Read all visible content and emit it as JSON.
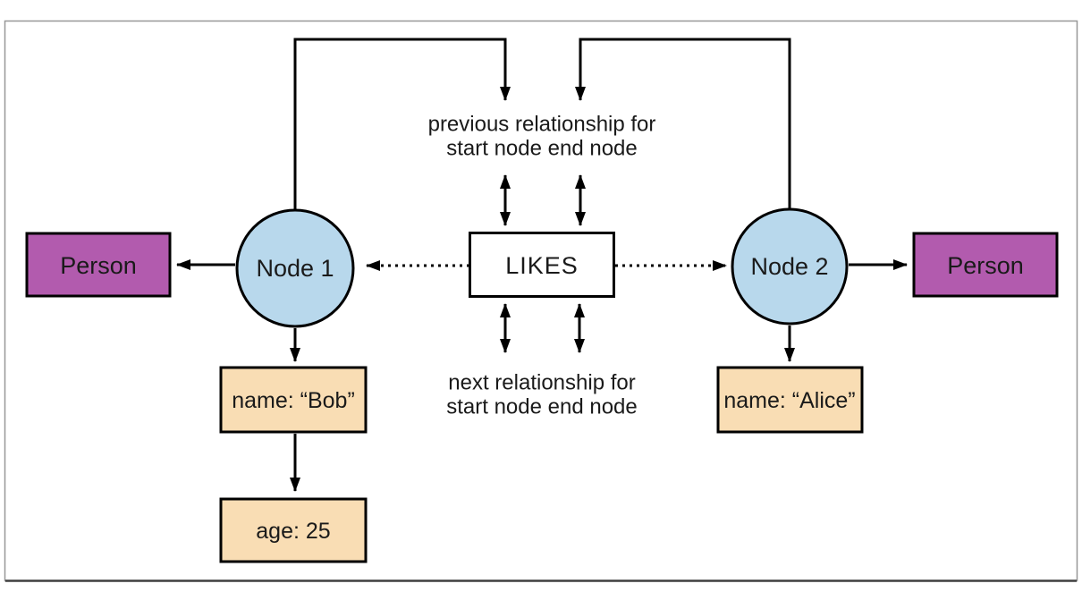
{
  "colors": {
    "label_fill": "#b25bae",
    "node_fill": "#b8d8ec",
    "relationship_fill": "#ffffff",
    "property_fill": "#f9ddb4",
    "stroke": "#000000",
    "frame_border": "#979797",
    "frame_border_bottom": "#3f3f3f"
  },
  "labels": {
    "person_left": "Person",
    "person_right": "Person"
  },
  "nodes": {
    "node1": "Node 1",
    "node2": "Node 2"
  },
  "relationship": {
    "type": "LIKES"
  },
  "properties": {
    "node1_name": "name: “Bob”",
    "node1_age": "age: 25",
    "node2_name": "name: “Alice”"
  },
  "annotations": {
    "previous": {
      "line1": "previous relationship for",
      "line2": "start node end node"
    },
    "next": {
      "line1": "next relationship for",
      "line2": "start node end node"
    }
  }
}
